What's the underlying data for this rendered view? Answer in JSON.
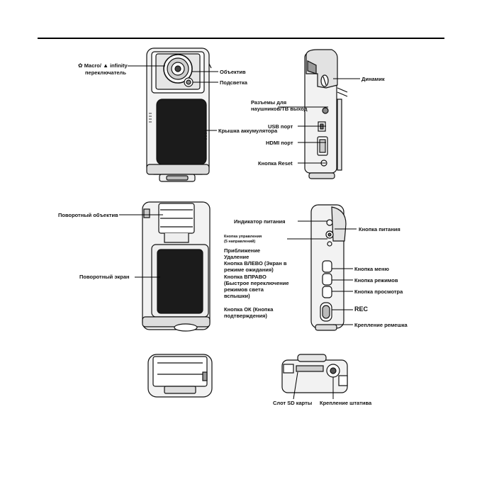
{
  "labels": {
    "macro_switch": "Macro/",
    "infinity": "infinity",
    "macro_switch_word": "переключатель",
    "lens": "Объектив",
    "light": "Подсветка",
    "speaker": "Динамик",
    "headphones_tv": "Разъемы для наушников/ТВ выход",
    "usb_port": "USB порт",
    "battery_cover": "Крышка аккумулятора",
    "hdmi_port": "HDMI порт",
    "reset_button": "Кнопка Reset",
    "rotating_lens": "Поворотный объектив",
    "power_indicator": "Индикатор питания",
    "power_button": "Кнопка питания",
    "control_button_line1": "Кнопка управления",
    "control_button_line2": "(5 направлений)",
    "zoom": "Приближение",
    "delete": "Удаление",
    "left_button": "Кнопка ВЛЕВО (Экран в режиме ожидания)",
    "rotating_screen": "Поворотный экран",
    "right_button": "Кнопка ВПРАВО (Быстрое переключение режимов света вспышки)",
    "ok_button": "Кнопка ОК (Кнопка подтверждения)",
    "menu_button": "Кнопка меню",
    "mode_button": "Кнопка режимов",
    "playback_button": "Кнопка просмотра",
    "rec": "REC",
    "strap_mount": "Крепление ремешка",
    "sd_slot": "Слот SD карты",
    "tripod_mount": "Крепление штатива"
  },
  "icons": {
    "macro": "flower-icon",
    "infinity": "mountain-icon"
  }
}
